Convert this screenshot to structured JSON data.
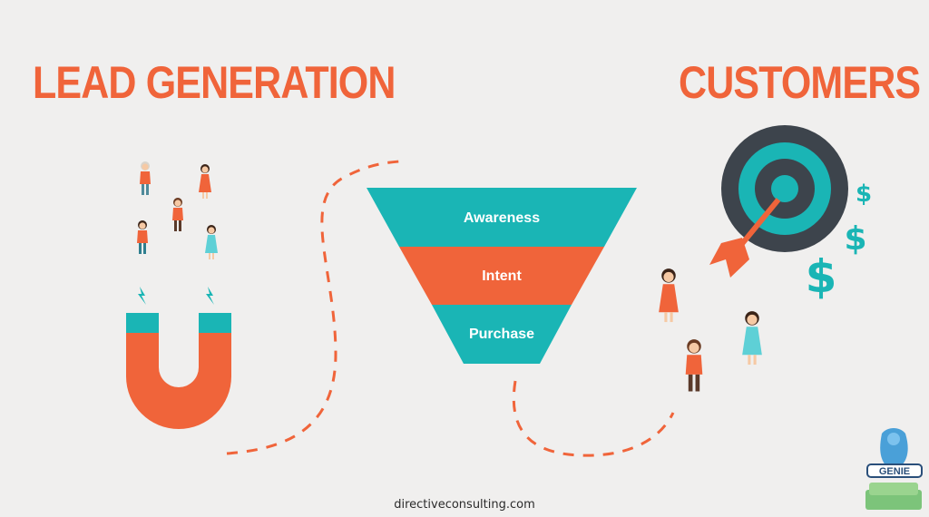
{
  "headings": {
    "left": "LEAD GENERATION",
    "right": "CUSTOMERS"
  },
  "funnel": {
    "stages": [
      "Awareness",
      "Intent",
      "Purchase"
    ]
  },
  "badge": {
    "label": "GENIE"
  },
  "footer": {
    "url": "directiveconsulting.com"
  },
  "colors": {
    "orange": "#f0643a",
    "teal": "#1ab5b5",
    "dark": "#3d444c",
    "background": "#f0efee"
  },
  "icons": {
    "magnet": "magnet-icon",
    "target": "target-icon",
    "dollar": "dollar-icon"
  }
}
